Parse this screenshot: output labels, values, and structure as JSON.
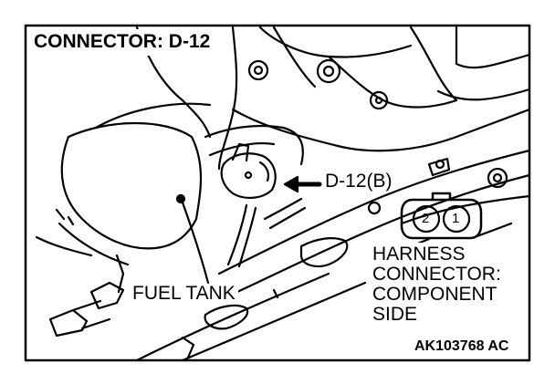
{
  "title": "CONNECTOR: D-12",
  "connector_label": "D-12(B)",
  "fuel_tank_label": "FUEL TANK",
  "harness_lines": [
    "HARNESS",
    "CONNECTOR:",
    "COMPONENT",
    "SIDE"
  ],
  "pin_labels": [
    "2",
    "1"
  ],
  "figure_code": "AK103768 AC"
}
